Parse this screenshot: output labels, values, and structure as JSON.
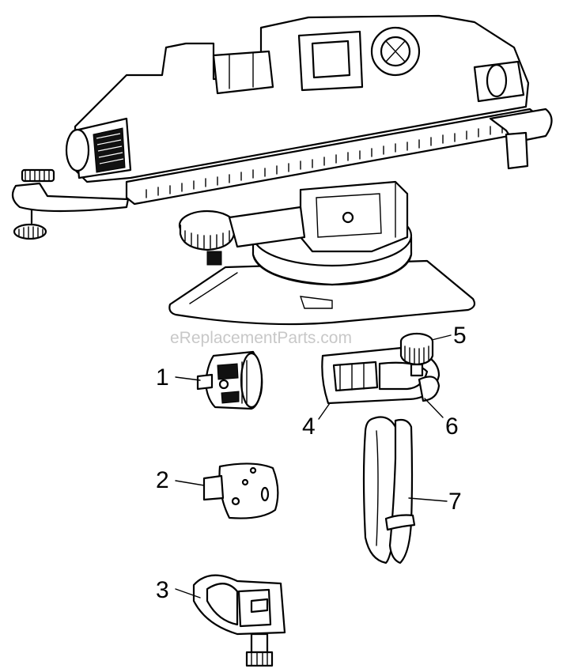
{
  "watermark": "eReplacementParts.com",
  "callouts": [
    {
      "id": "1",
      "label": "1"
    },
    {
      "id": "2",
      "label": "2"
    },
    {
      "id": "3",
      "label": "3"
    },
    {
      "id": "4",
      "label": "4"
    },
    {
      "id": "5",
      "label": "5"
    },
    {
      "id": "6",
      "label": "6"
    },
    {
      "id": "7",
      "label": "7"
    }
  ]
}
